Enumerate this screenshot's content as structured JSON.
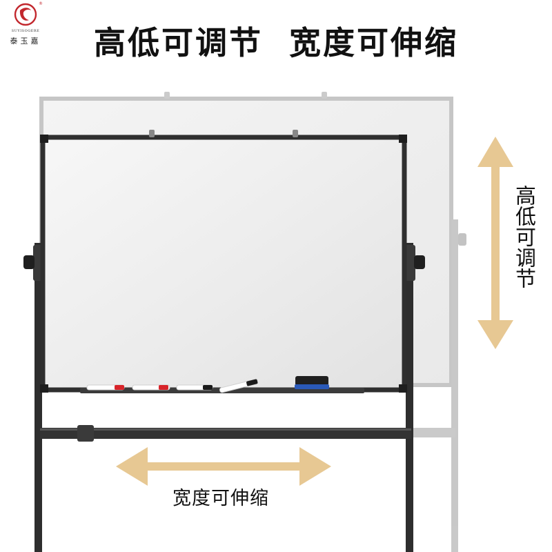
{
  "brand": {
    "name_latin": "SUYISOGERE",
    "name_cn": "泰玉嘉",
    "registered_mark": "®"
  },
  "headline": "高低可调节  宽度可伸缩",
  "annotations": {
    "vertical_label": "高低可调节",
    "horizontal_label": "宽度可伸缩"
  },
  "colors": {
    "arrow": "#E7C893",
    "frame_dark": "#2c2c2c",
    "frame_ghost": "#bdbdbd",
    "board": "#f4f4f4"
  }
}
